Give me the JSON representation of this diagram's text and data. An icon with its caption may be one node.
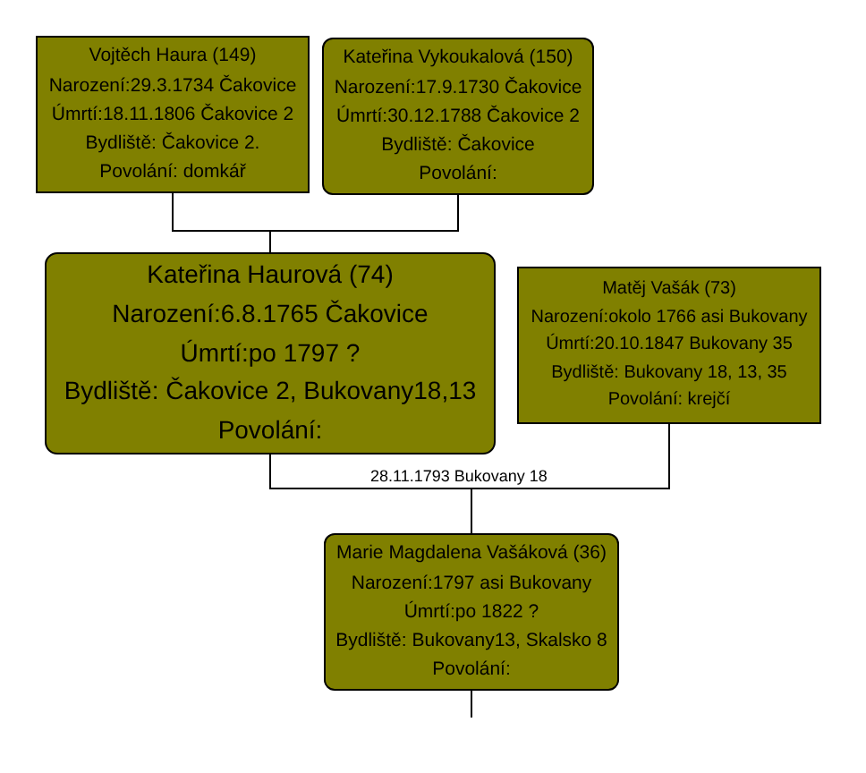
{
  "diagram": {
    "nodes": [
      {
        "text": [
          "Vojtěch Haura (149)",
          "Narození:29.3.1734 Čakovice",
          "Úmrtí:18.11.1806  Čakovice 2",
          "Bydliště: Čakovice 2.",
          "Povolání: domkář"
        ]
      },
      {
        "text": [
          "Kateřina Vykoukalová (150)",
          "Narození:17.9.1730 Čakovice",
          "Úmrtí:30.12.1788  Čakovice 2",
          "Bydliště: Čakovice",
          "Povolání:"
        ]
      },
      {
        "text": [
          "Kateřina Haurová (74)",
          "Narození:6.8.1765 Čakovice",
          "Úmrtí:po 1797  ?",
          "Bydliště: Čakovice 2, Bukovany18,13",
          "Povolání:"
        ]
      },
      {
        "text": [
          "Matěj Vašák (73)",
          "Narození:okolo 1766 asi Bukovany",
          "Úmrtí:20.10.1847  Bukovany 35",
          "Bydliště: Bukovany 18, 13, 35",
          "Povolání: krejčí"
        ]
      },
      {
        "text": [
          "Marie Magdalena  Vašáková (36)",
          "Narození:1797 asi Bukovany",
          "Úmrtí:po 1822  ?",
          "Bydliště: Bukovany13, Skalsko 8",
          "Povolání:"
        ]
      }
    ],
    "edges": [
      {
        "from": 0,
        "to": 2,
        "arrow": "none"
      },
      {
        "from": 1,
        "to": 2,
        "arrow": "none"
      },
      {
        "from": 2,
        "to": 4,
        "arrow": "none",
        "label": "28.11.1793  Bukovany 18"
      },
      {
        "from": 3,
        "to": 4,
        "arrow": "none"
      },
      {
        "from": 4,
        "to": null,
        "arrow": "none"
      }
    ]
  }
}
